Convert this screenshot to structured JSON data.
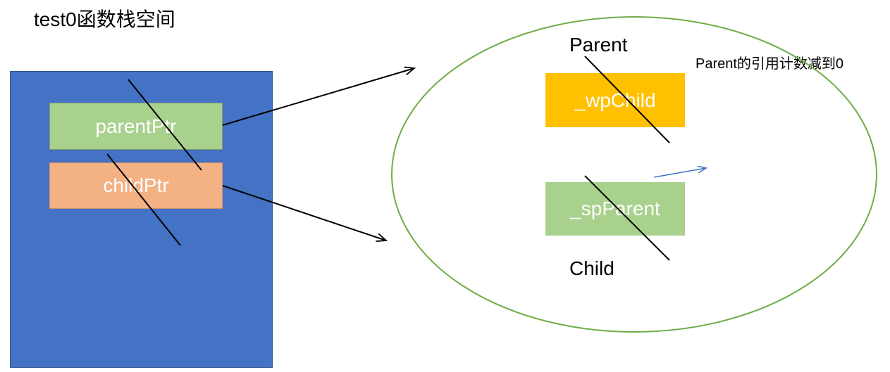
{
  "title": "test0函数栈空间",
  "stack": {
    "parent_ptr_label": "parentPtr",
    "child_ptr_label": "childPtr"
  },
  "heap": {
    "parent_label": "Parent",
    "child_label": "Child",
    "wp_child_label": "_wpChild",
    "sp_parent_label": "_spParent",
    "note": "Parent的引用计数减到0"
  },
  "colors": {
    "stack_frame": "#4472c4",
    "parent_ptr_box": "#a9d18e",
    "child_ptr_box": "#f4b183",
    "wp_child_box": "#ffc000",
    "sp_parent_box": "#a9d18e",
    "ellipse_outline": "#70ad47",
    "blue_arrow": "#4472c4"
  }
}
